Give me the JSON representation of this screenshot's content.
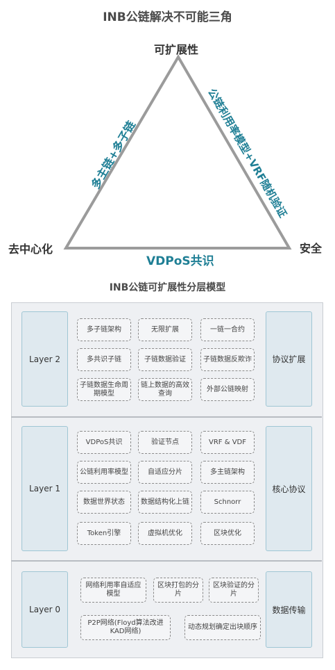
{
  "title": "INB公链解决不可能三角",
  "triangle": {
    "top": "可扩展性",
    "left": "去中心化",
    "right": "安全",
    "left_edge": "多主链+多子链",
    "right_edge": "公链利用率模型+VRF随机验证",
    "bottom_edge": "VDPoS共识"
  },
  "layers_title": "INB公链可扩展性分层模型",
  "layers": [
    {
      "name": "Layer 2",
      "side": "协议扩展",
      "cells": [
        "多子链架构",
        "无限扩展",
        "一链一合约",
        "多共识子链",
        "子链数据验证",
        "子链数据反欺诈",
        "子链数据生命周期模型",
        "链上数据的高效查询",
        "外部公链映射"
      ]
    },
    {
      "name": "Layer 1",
      "side": "核心协议",
      "cells": [
        "VDPoS共识",
        "验证节点",
        "VRF & VDF",
        "公链利用率模型",
        "自适应分片",
        "多主链架构",
        "数据世界状态",
        "数据结构化上链",
        "Schnorr",
        "Token引擎",
        "虚拟机优化",
        "区块优化"
      ]
    },
    {
      "name": "Layer 0",
      "side": "数据传输",
      "cells": [
        "网络利用率自适应模型",
        "区块打包的分片",
        "区块验证的分片",
        "P2P网络(Floyd算法改进KAD网络)",
        "动态规划确定出块顺序"
      ]
    }
  ],
  "colors": {
    "edge_label": "#1f7f95",
    "triangle_stroke": "#9b9b9b",
    "side_box_fill": "#dfe9ef",
    "side_box_border": "#9fc6d4",
    "panel_fill": "#eef0f3"
  }
}
